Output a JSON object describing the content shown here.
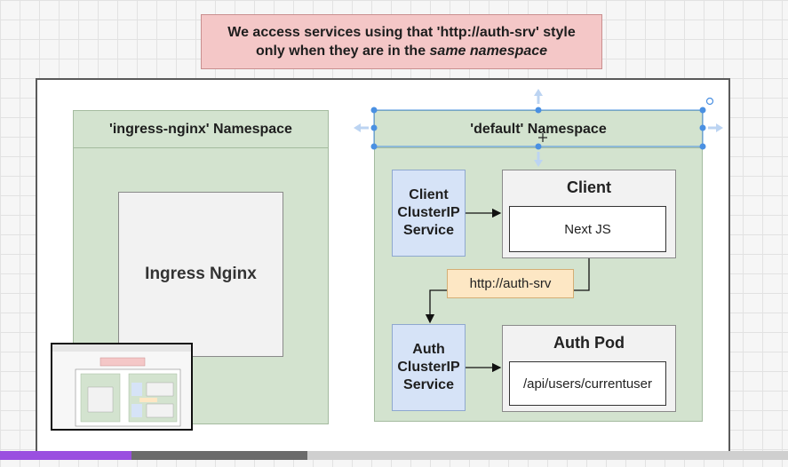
{
  "callout": {
    "line1": "We access services using that 'http://auth-srv' style",
    "line2_prefix": "only when they are in the ",
    "line2_emphasis": "same namespace"
  },
  "ingress_namespace": {
    "title": "'ingress-nginx' Namespace",
    "box_label": "Ingress Nginx"
  },
  "default_namespace": {
    "title": "'default' Namespace",
    "client_service": [
      "Client",
      "ClusterIP",
      "Service"
    ],
    "client_pod": {
      "title": "Client",
      "container": "Next JS"
    },
    "connection_label": "http://auth-srv",
    "auth_service": [
      "Auth",
      "ClusterIP",
      "Service"
    ],
    "auth_pod": {
      "title": "Auth Pod",
      "container": "/api/users/currentuser"
    }
  },
  "colors": {
    "callout": "#f4c7c7",
    "namespace": "#d3e3cf",
    "service": "#d6e3f7",
    "connection_label": "#fde7c4",
    "selection": "#4a90e2",
    "progress": "#9a4fe0"
  },
  "video_progress": {
    "played_fraction": 0.167,
    "buffered_fraction": 0.39
  }
}
